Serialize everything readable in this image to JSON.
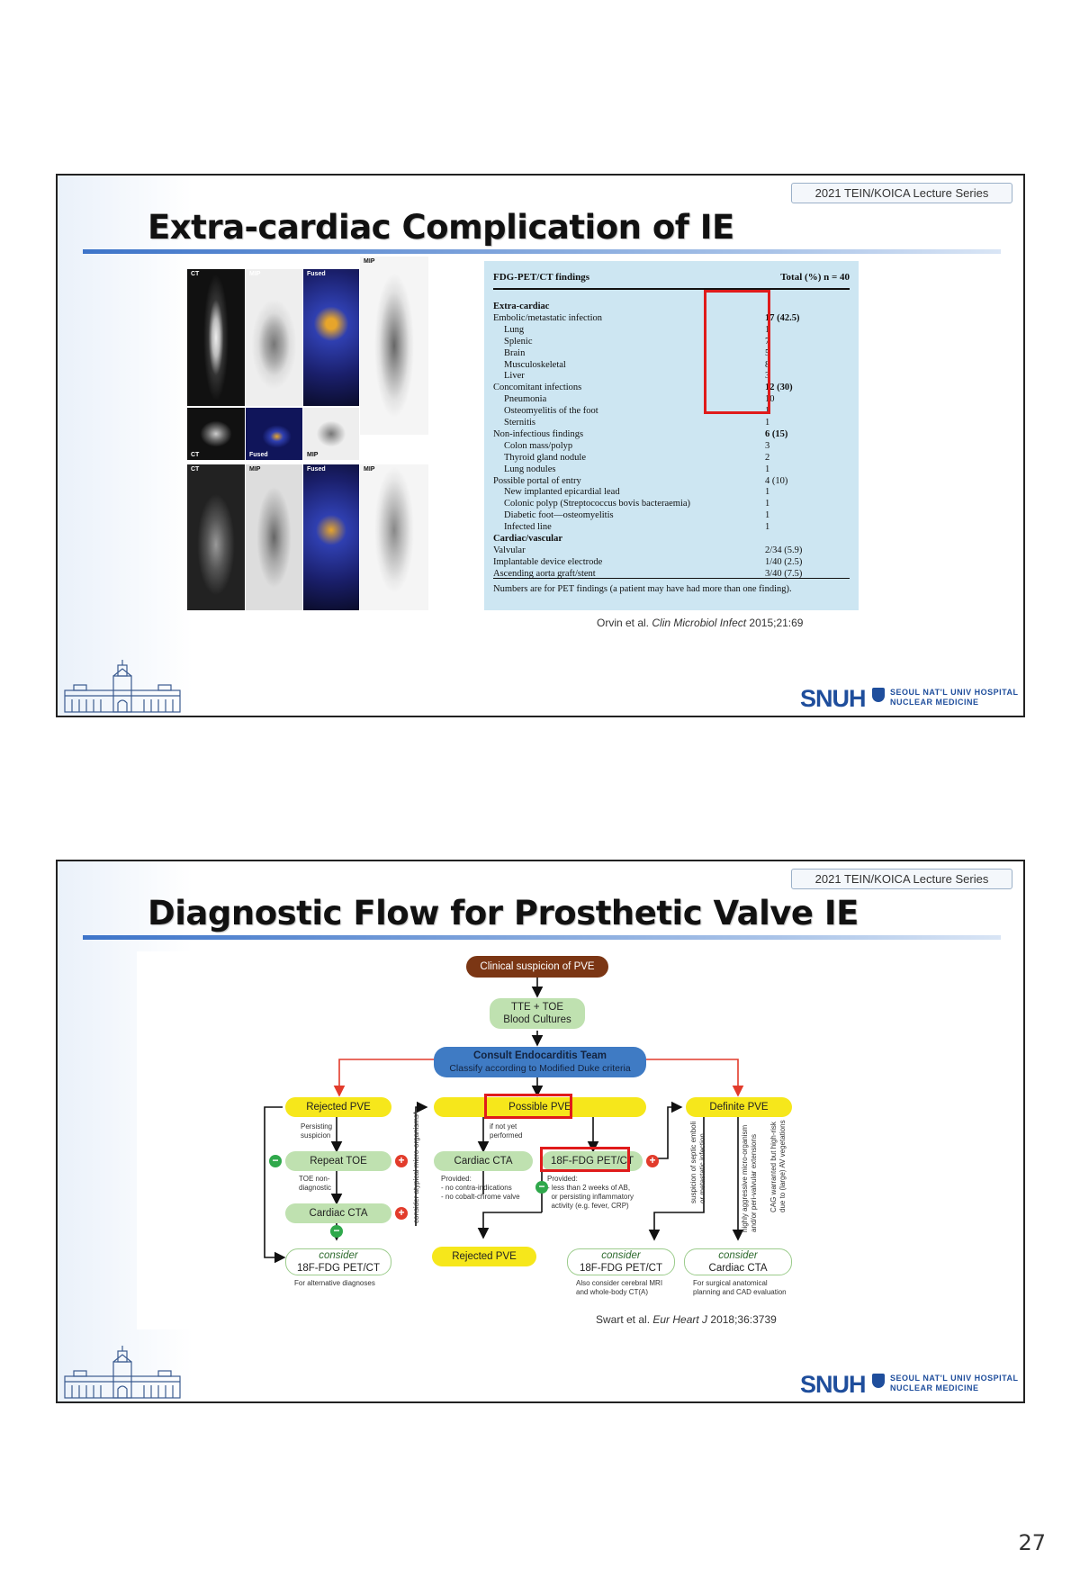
{
  "page_number": "27",
  "slides": [
    {
      "series_tag": "2021 TEIN/KOICA Lecture Series",
      "title": "Extra-cardiac Complication of IE",
      "image_labels": [
        "CT",
        "MIP",
        "Fused",
        "MIP",
        "CT",
        "Fused",
        "MIP",
        "CT",
        "MIP",
        "Fused",
        "MIP"
      ],
      "table": {
        "header_left": "FDG-PET/CT findings",
        "header_right": "Total (%) n = 40",
        "rows": [
          {
            "label": "Extra-cardiac",
            "value": "",
            "indent": false,
            "bold": true
          },
          {
            "label": "Embolic/metastatic infection",
            "value": "17 (42.5)",
            "indent": false,
            "bold": false
          },
          {
            "label": "Lung",
            "value": "1",
            "indent": true,
            "bold": false
          },
          {
            "label": "Splenic",
            "value": "7",
            "indent": true,
            "bold": false
          },
          {
            "label": "Brain",
            "value": "5",
            "indent": true,
            "bold": false
          },
          {
            "label": "Musculoskeletal",
            "value": "8",
            "indent": true,
            "bold": false
          },
          {
            "label": "Liver",
            "value": "3",
            "indent": true,
            "bold": false
          },
          {
            "label": "Concomitant infections",
            "value": "12 (30)",
            "indent": false,
            "bold": false
          },
          {
            "label": "Pneumonia",
            "value": "10",
            "indent": true,
            "bold": false
          },
          {
            "label": "Osteomyelitis of the foot",
            "value": "1",
            "indent": true,
            "bold": false
          },
          {
            "label": "Sternitis",
            "value": "1",
            "indent": true,
            "bold": false
          },
          {
            "label": "Non-infectious findings",
            "value": "6 (15)",
            "indent": false,
            "bold": false
          },
          {
            "label": "Colon mass/polyp",
            "value": "3",
            "indent": true,
            "bold": false
          },
          {
            "label": "Thyroid gland nodule",
            "value": "2",
            "indent": true,
            "bold": false
          },
          {
            "label": "Lung nodules",
            "value": "1",
            "indent": true,
            "bold": false
          },
          {
            "label": "Possible portal of entry",
            "value": "4 (10)",
            "indent": false,
            "bold": false
          },
          {
            "label": "New implanted epicardial lead",
            "value": "1",
            "indent": true,
            "bold": false
          },
          {
            "label": "Colonic polyp (Streptococcus bovis bacteraemia)",
            "value": "1",
            "indent": true,
            "bold": false
          },
          {
            "label": "Diabetic foot—osteomyelitis",
            "value": "1",
            "indent": true,
            "bold": false
          },
          {
            "label": "Infected line",
            "value": "1",
            "indent": true,
            "bold": false
          },
          {
            "label": "Cardiac/vascular",
            "value": "",
            "indent": false,
            "bold": true
          },
          {
            "label": "Valvular",
            "value": "2/34 (5.9)",
            "indent": false,
            "bold": false
          },
          {
            "label": "Implantable device electrode",
            "value": "1/40 (2.5)",
            "indent": false,
            "bold": false
          },
          {
            "label": "Ascending aorta graft/stent",
            "value": "3/40 (7.5)",
            "indent": false,
            "bold": false
          }
        ],
        "note": "Numbers are for PET findings (a patient may have had more than one finding)."
      },
      "citation_authors": "Orvin et al.",
      "citation_journal": "Clin Microbiol Infect",
      "citation_ref": "2015;21:69"
    },
    {
      "series_tag": "2021 TEIN/KOICA Lecture Series",
      "title": "Diagnostic Flow for Prosthetic Valve IE",
      "flow": {
        "start": "Clinical suspicion of PVE",
        "tte_line1": "TTE + TOE",
        "tte_line2": "Blood Cultures",
        "team_line1": "Consult Endocarditis Team",
        "team_line2": "Classify according to Modified Duke criteria",
        "rejected": "Rejected PVE",
        "possible": "Possible PVE",
        "definite": "Definite PVE",
        "persisting": "Persisting suspicion",
        "repeat_toe": "Repeat TOE",
        "toe_nondiag": "TOE non-diagnostic",
        "cardiac_cta": "Cardiac CTA",
        "if_not_yet": "if not yet performed",
        "pet_ct": "18F-FDG PET/CT",
        "provided_cta": "Provided:\n- no contra-indications\n- no cobalt-chrome valve",
        "provided_pet": "Provided:\n- less than 2 weeks of AB,\n  or persisting inflammatory\n  activity (e.g. fever, CRP)",
        "consider": "consider",
        "consider_pet": "18F-FDG PET/CT",
        "alt_dx": "For alternative diagnoses",
        "rejected_bottom": "Rejected PVE",
        "consider_pet2": "18F-FDG PET/CT",
        "also_consider": "Also consider cerebral MRI\nand whole-body CT(A)",
        "consider_cta": "Cardiac CTA",
        "surgical": "For surgical anatomical\nplanning and CAD evaluation",
        "vert_atypical": "consider atypical micro-organisms*",
        "vert_septic1": "suspicion of septic emboli",
        "vert_septic2": "or metastatic infection",
        "vert_aggr1": "highly aggressive micro-organism",
        "vert_aggr2": "and/or peri-valvular extensions",
        "vert_cag1": "CAG warranted but high-risk",
        "vert_cag2": "due to (large) AV vegetations"
      },
      "citation_authors": "Swart et al.",
      "citation_journal": "Eur Heart J",
      "citation_ref": "2018;36:3739"
    }
  ],
  "logo": {
    "name": "SNUH",
    "line1": "SEOUL NAT'L UNIV HOSPITAL",
    "line2": "NUCLEAR MEDICINE"
  },
  "colors": {
    "accent_blue": "#3d74c9",
    "highlight_red": "#e01b1b",
    "table_bg": "#cde6f2",
    "flow_yellow": "#f6e71b",
    "flow_green": "#bfe1b0",
    "flow_brown": "#7b3614",
    "flow_blue": "#3f7bc4"
  }
}
